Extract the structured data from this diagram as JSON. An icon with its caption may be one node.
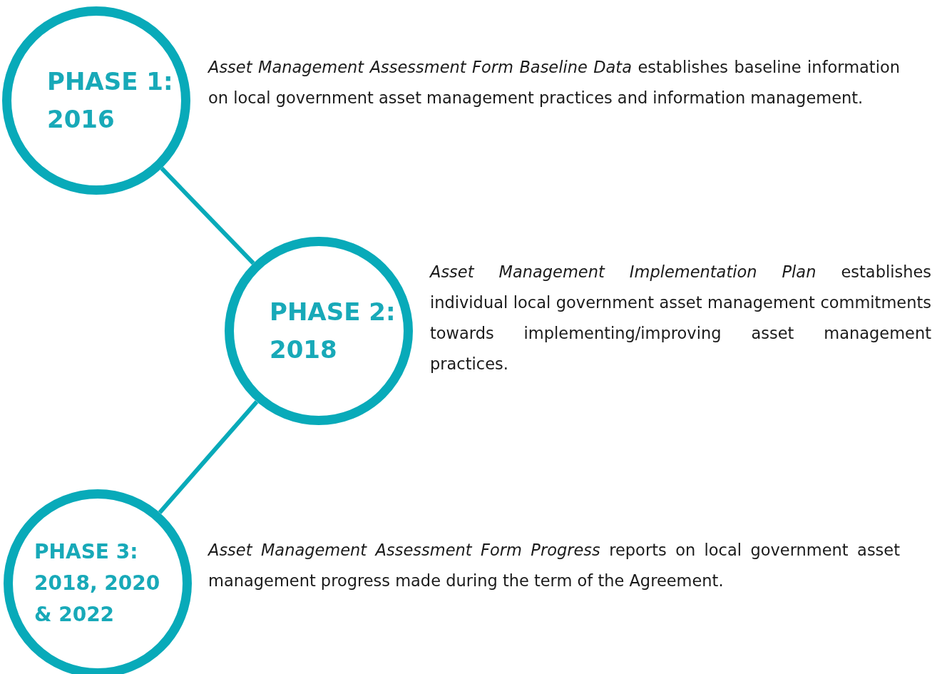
{
  "diagram": {
    "nodes": [
      {
        "text": [
          "PHASE 1: 2016"
        ],
        "beside": [
          "*Asset Management Assessment Form Baseline Data* establishes baseline information on local government asset management practices and information management."
        ]
      },
      {
        "text": [
          "PHASE 2: 2018"
        ],
        "beside": [
          "*Asset Management Implementation Plan* establishes individual local government asset management commitments towards implementing/improving asset management practices."
        ]
      },
      {
        "text": [
          "PHASE 3: 2018, 2020 & 2022"
        ],
        "beside": [
          "*Asset Management Assessment Form Progress* reports on local government asset management progress made during the term of the Agreement."
        ]
      }
    ],
    "edges": [
      {
        "from": 0,
        "to": 1,
        "arrow": "none"
      },
      {
        "from": 1,
        "to": 2,
        "arrow": "none"
      }
    ]
  }
}
